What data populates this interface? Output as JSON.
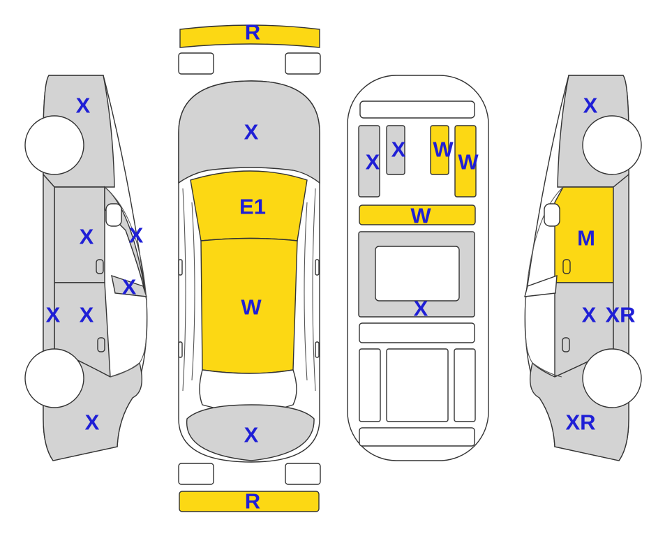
{
  "colors": {
    "damaged": "#fcd814",
    "ok": "#d3d3d3",
    "outline": "#333333",
    "label": "#1f1fd6",
    "background": "#ffffff"
  },
  "labels": {
    "front_bumper": "R",
    "rear_bumper": "R",
    "top_hood": "X",
    "top_windshield": "E1",
    "top_roof": "W",
    "top_trunk": "X",
    "int_seat_left": "X",
    "int_seat_mid": "X",
    "int_seat_w1": "W",
    "int_seat_w2": "W",
    "int_panel": "W",
    "int_floor": "X",
    "left_fender": "X",
    "left_front_door": "X",
    "left_a_pillar": "X",
    "left_mirror": "X",
    "left_rocker": "X",
    "left_rear_door": "X",
    "left_quarter": "X",
    "right_fender": "X",
    "right_front_door": "M",
    "right_rear_door": "X",
    "right_rear_wheel_area": "XR",
    "right_quarter": "XR"
  }
}
